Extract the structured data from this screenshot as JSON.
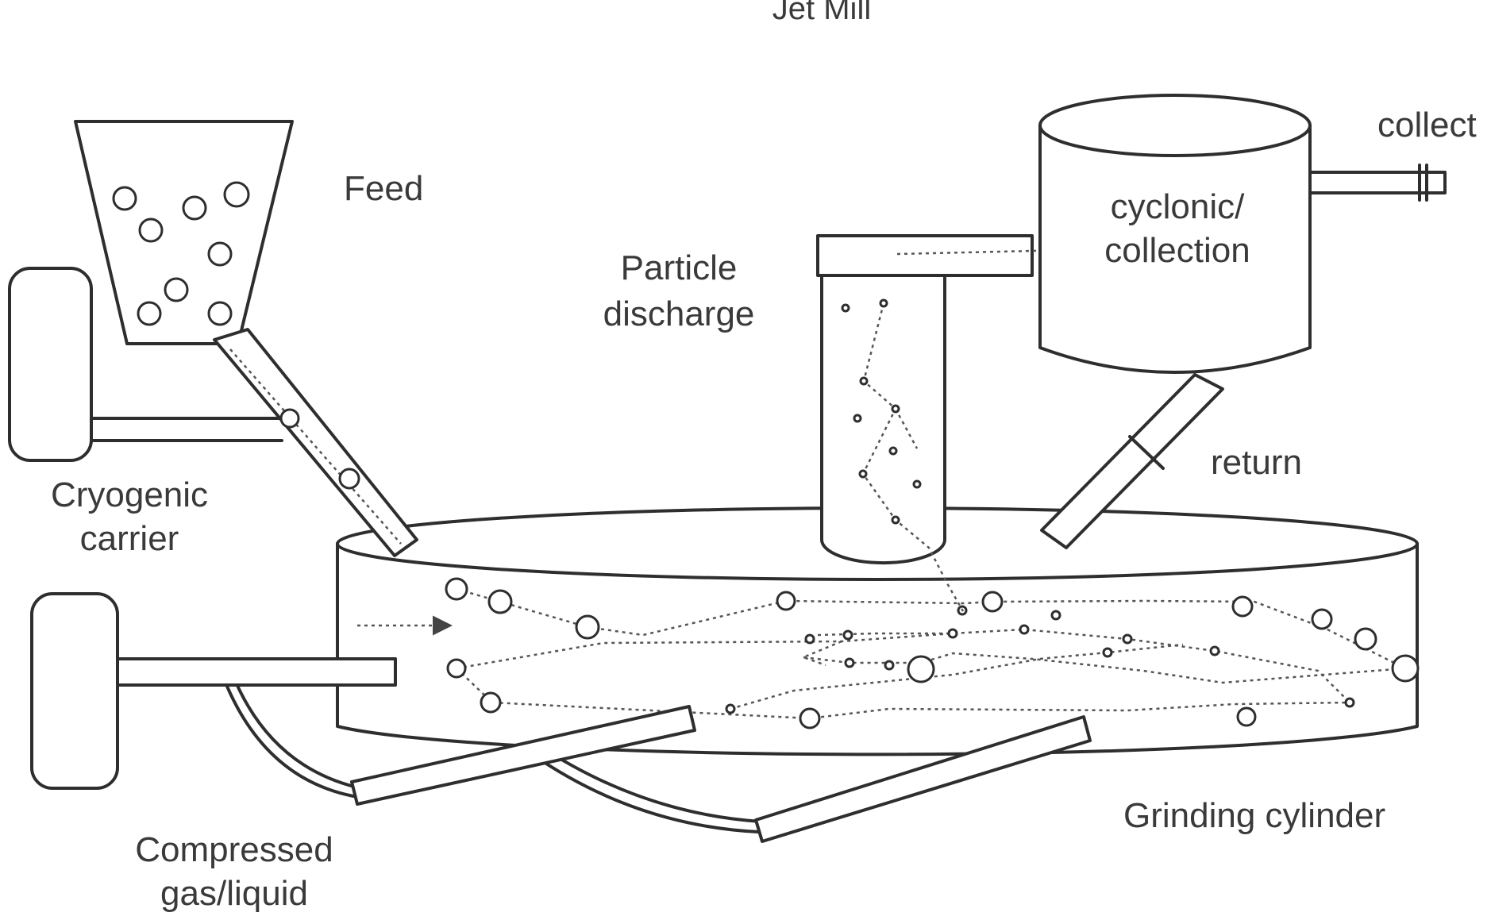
{
  "diagram": {
    "title": "Jet Mill",
    "labels": {
      "feed": "Feed",
      "cryogenic_line1": "Cryogenic",
      "cryogenic_line2": "carrier",
      "particle_line1": "Particle",
      "particle_line2": "discharge",
      "cyclonic_line1": "cyclonic/",
      "cyclonic_line2": "collection",
      "collect": "collect",
      "return": "return",
      "grinding": "Grinding cylinder",
      "compressed_line1": "Compressed",
      "compressed_line2": "gas/liquid"
    }
  }
}
